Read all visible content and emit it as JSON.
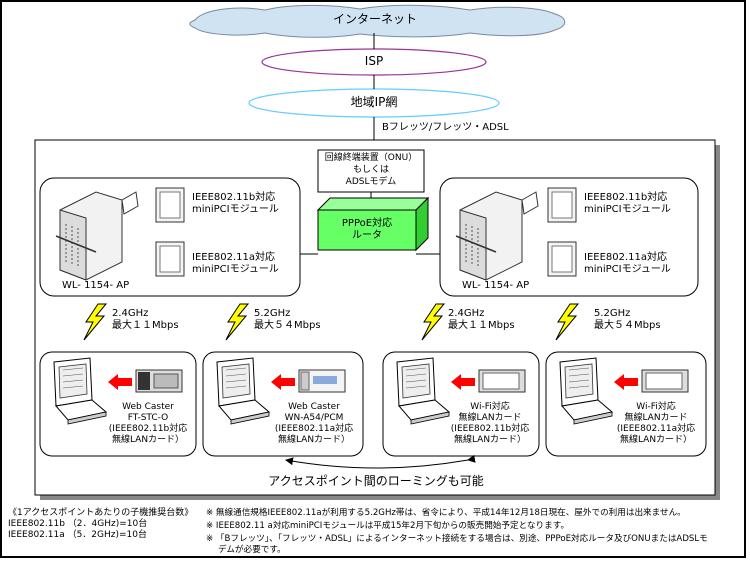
{
  "network": {
    "internet": "インターネット",
    "isp": "ISP",
    "regional_ip": "地域IP網",
    "access_line": "Bフレッツ/フレッツ・ADSL"
  },
  "center": {
    "onu_line1": "回線終端装置（ONU）",
    "onu_line2": "もしくは",
    "onu_line3": "ADSLモデム",
    "router_line1": "PPPoE対応",
    "router_line2": "ルータ"
  },
  "access_points": [
    {
      "model": "WL- 1154- AP",
      "module_b_line1": "IEEE802.11b対応",
      "module_b_line2": "miniPCIモジュール",
      "module_a_line1": "IEEE802.11a対応",
      "module_a_line2": "miniPCIモジュール"
    },
    {
      "model": "WL- 1154- AP",
      "module_b_line1": "IEEE802.11b対応",
      "module_b_line2": "miniPCIモジュール",
      "module_a_line1": "IEEE802.11a対応",
      "module_a_line2": "miniPCIモジュール"
    }
  ],
  "links": [
    {
      "band": "2.4GHz",
      "speed": "最大１１Mbps"
    },
    {
      "band": "5.2GHz",
      "speed": "最大５４Mbps"
    },
    {
      "band": "2.4GHz",
      "speed": "最大１１Mbps"
    },
    {
      "band": "5.2GHz",
      "speed": "最大５４Mbps"
    }
  ],
  "clients": [
    {
      "line1": "Web Caster",
      "line2": "FT-STC-O",
      "line3": "(IEEE802.11b対応",
      "line4": "無線LANカード）"
    },
    {
      "line1": "Web Caster",
      "line2": "WN-A54/PCM",
      "line3": "(IEEE802.11a対応",
      "line4": "無線LANカード）"
    },
    {
      "line1": "Wi-Fi対応",
      "line2": "無線LANカード",
      "line3": "(IEEE802.11b対応",
      "line4": "無線LANカード）"
    },
    {
      "line1": "Wi-Fi対応",
      "line2": "無線LANカード",
      "line3": "(IEEE802.11a対応",
      "line4": "無線LANカード）"
    }
  ],
  "roaming": "アクセスポイント間のローミングも可能",
  "notes": {
    "left_title": "《1アクセスポイントあたりの子機推奨台数》",
    "left_b": "IEEE802.11b （2．4GHz)=10台",
    "left_a": "IEEE802.11a （5．2GHz)=10台",
    "right_1": "※ 無線通信規格IEEE802.11aが利用する5.2GHz帯は、省令により、平成14年12月18日現在、屋外での利用は出来ません。",
    "right_2": "※ IEEE802.11 a対応miniPCIモジュールは平成15年2月下旬からの販売開始予定となります。",
    "right_3a": "※ 「Bフレッツ」、「フレッツ・ADSL」によるインターネット接続をする場合は、別途、PPPoE対応ルータ及びONUまたはADSLモ",
    "right_3b": "デムが必要です。"
  },
  "colors": {
    "internet_fill": "#cfe3f3",
    "isp_stroke": "#993399",
    "regional_stroke": "#66ccff",
    "router_fill": "#66ff66",
    "arrow_red": "#ff0000",
    "lightning": "#ffff00"
  }
}
